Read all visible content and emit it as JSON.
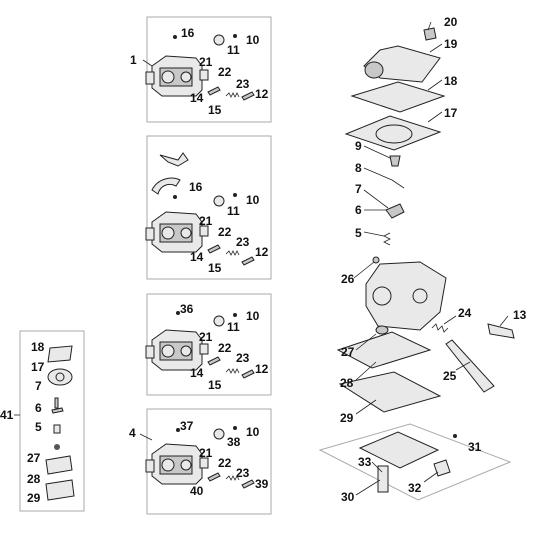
{
  "labels": {
    "l1": "1",
    "l4": "4",
    "l41": "41",
    "b1_16": "16",
    "b1_10": "10",
    "b1_11": "11",
    "b1_21": "21",
    "b1_22": "22",
    "b1_23": "23",
    "b1_12": "12",
    "b1_14": "14",
    "b1_15": "15",
    "b2_16": "16",
    "b2_10": "10",
    "b2_11": "11",
    "b2_21": "21",
    "b2_22": "22",
    "b2_23": "23",
    "b2_12": "12",
    "b2_14": "14",
    "b2_15": "15",
    "b3_36": "36",
    "b3_10": "10",
    "b3_11": "11",
    "b3_21": "21",
    "b3_22": "22",
    "b3_23": "23",
    "b3_12": "12",
    "b3_14": "14",
    "b3_15": "15",
    "b4_37": "37",
    "b4_10": "10",
    "b4_38": "38",
    "b4_21": "21",
    "b4_22": "22",
    "b4_23": "23",
    "b4_39": "39",
    "b4_40": "40",
    "k18": "18",
    "k17": "17",
    "k7": "7",
    "k6": "6",
    "k5": "5",
    "k27": "27",
    "k28": "28",
    "k29": "29",
    "r20": "20",
    "r19": "19",
    "r18": "18",
    "r17": "17",
    "r9": "9",
    "r8": "8",
    "r7": "7",
    "r6": "6",
    "r5": "5",
    "r26": "26",
    "r24": "24",
    "r13": "13",
    "r27": "27",
    "r25": "25",
    "r28": "28",
    "r29": "29",
    "r31": "31",
    "r33": "33",
    "r32": "32",
    "r30": "30"
  }
}
